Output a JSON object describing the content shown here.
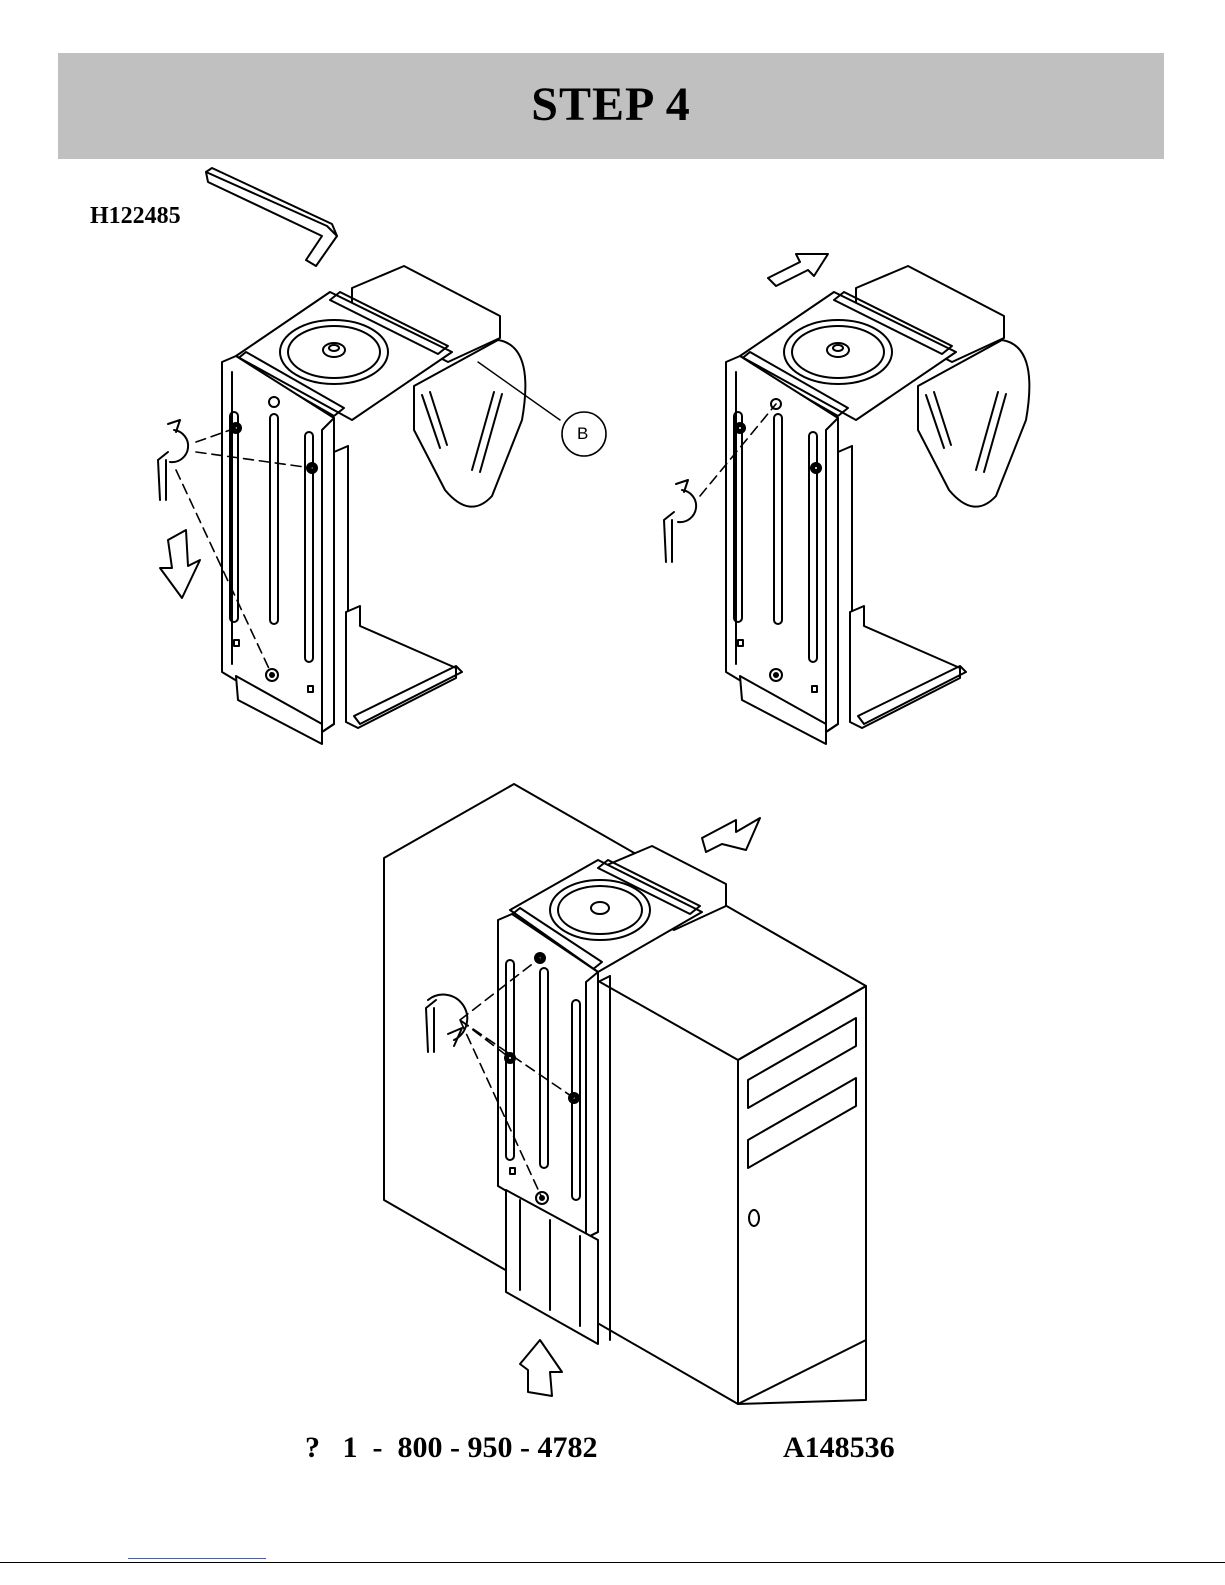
{
  "header": {
    "title": "STEP  4"
  },
  "parts": {
    "allen_key_code": "H122485"
  },
  "callouts": {
    "bracket_label": "B"
  },
  "footer": {
    "phone": "?   1  -  800 - 950 - 4782",
    "document_code": "A148536"
  },
  "colors": {
    "header_band": "#c0c0c0",
    "ink": "#000000",
    "link_rule": "#3b5bd6"
  },
  "icons": [
    "allen-key-icon",
    "arrow-up-right-icon",
    "arrow-down-icon",
    "arrow-up-icon",
    "arrow-down-left-icon",
    "rotate-icon"
  ]
}
